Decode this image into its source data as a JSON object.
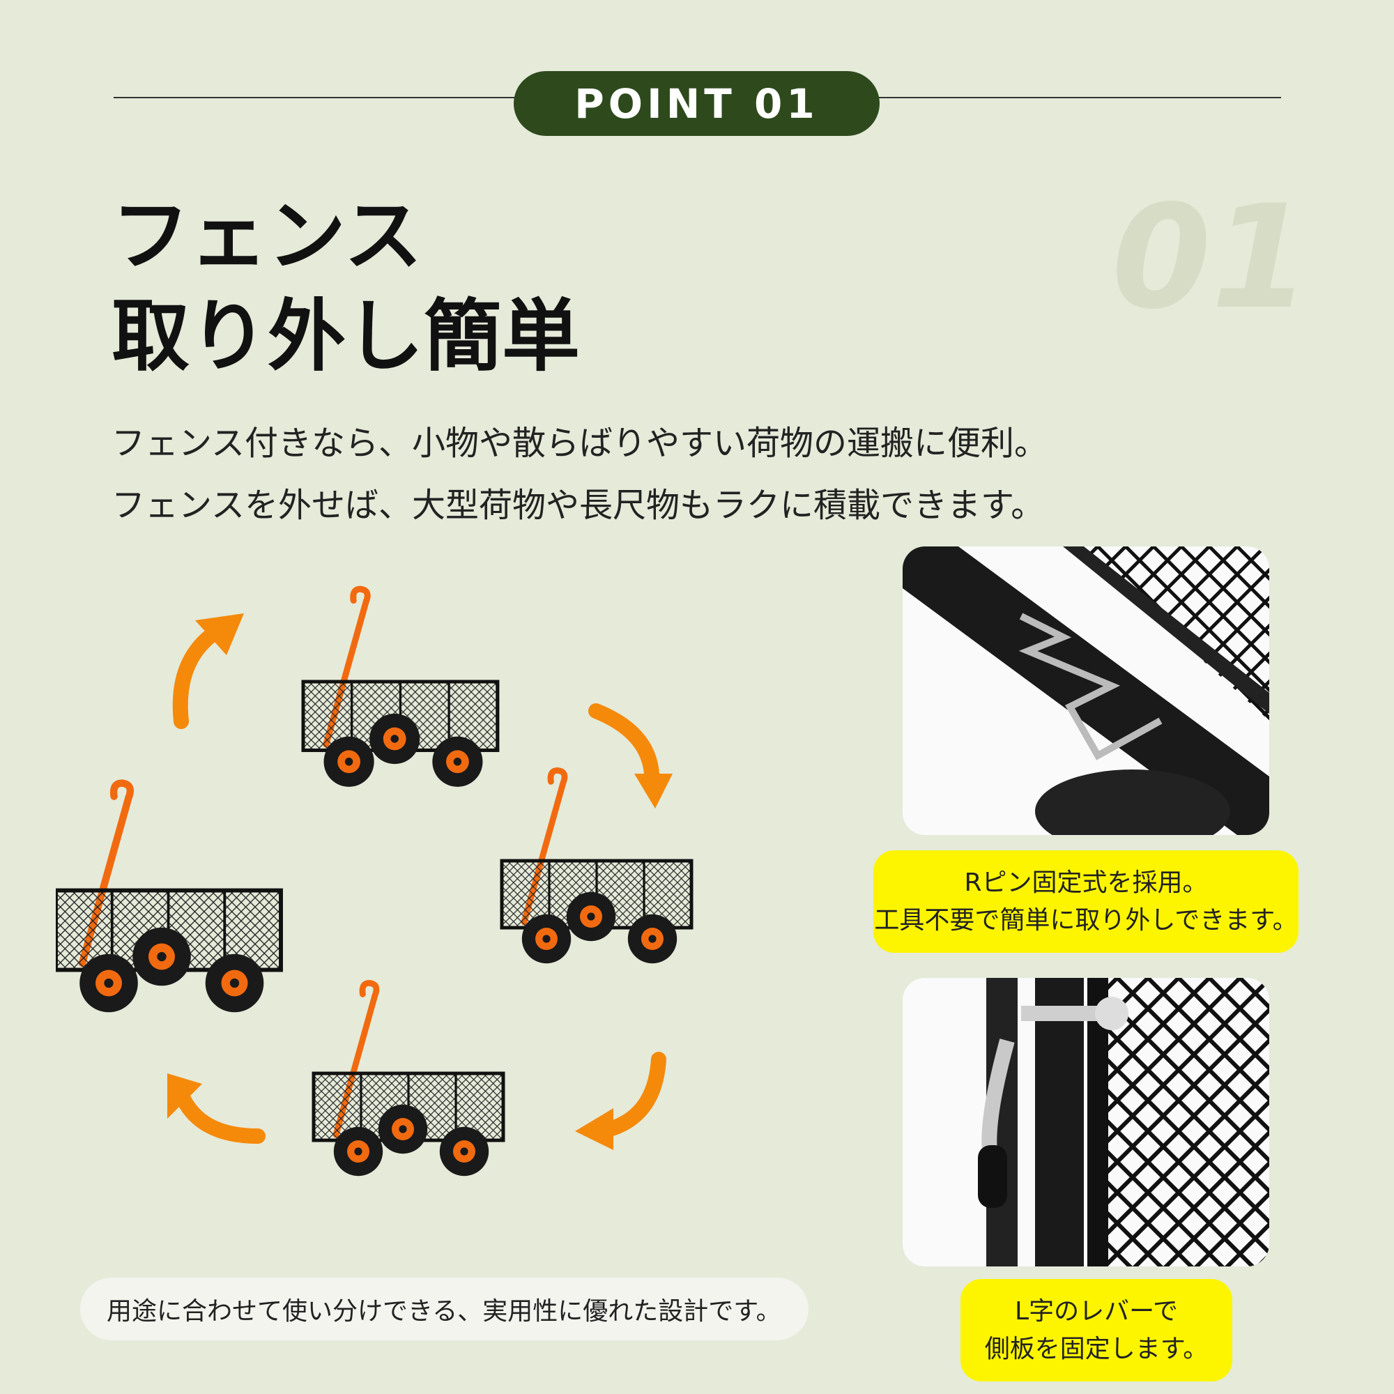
{
  "header": {
    "point_label": "POINT 01",
    "number": "01"
  },
  "title": {
    "line1": "フェンス",
    "line2": "取り外し簡単"
  },
  "description": {
    "line1": "フェンス付きなら、小物や散らばりやすい荷物の運搬に便利。",
    "line2": "フェンスを外せば、大型荷物や長尺物もラクに積載できます。"
  },
  "captions": {
    "pin_line1": "Rピン固定式を採用。",
    "pin_line2": "工具不要で簡単に取り外しできます。",
    "lever_line1": "L字のレバーで",
    "lever_line2": "側板を固定します。"
  },
  "bottom_note": "用途に合わせて使い分けできる、実用性に優れた設計です。",
  "colors": {
    "background": "#e5ead9",
    "pill": "#2e4a1d",
    "accent_orange": "#f5890a",
    "caption_yellow": "#fdf500"
  },
  "icons": [
    "curved-arrow-icon",
    "wagon-image",
    "r-pin-photo",
    "lever-photo"
  ]
}
